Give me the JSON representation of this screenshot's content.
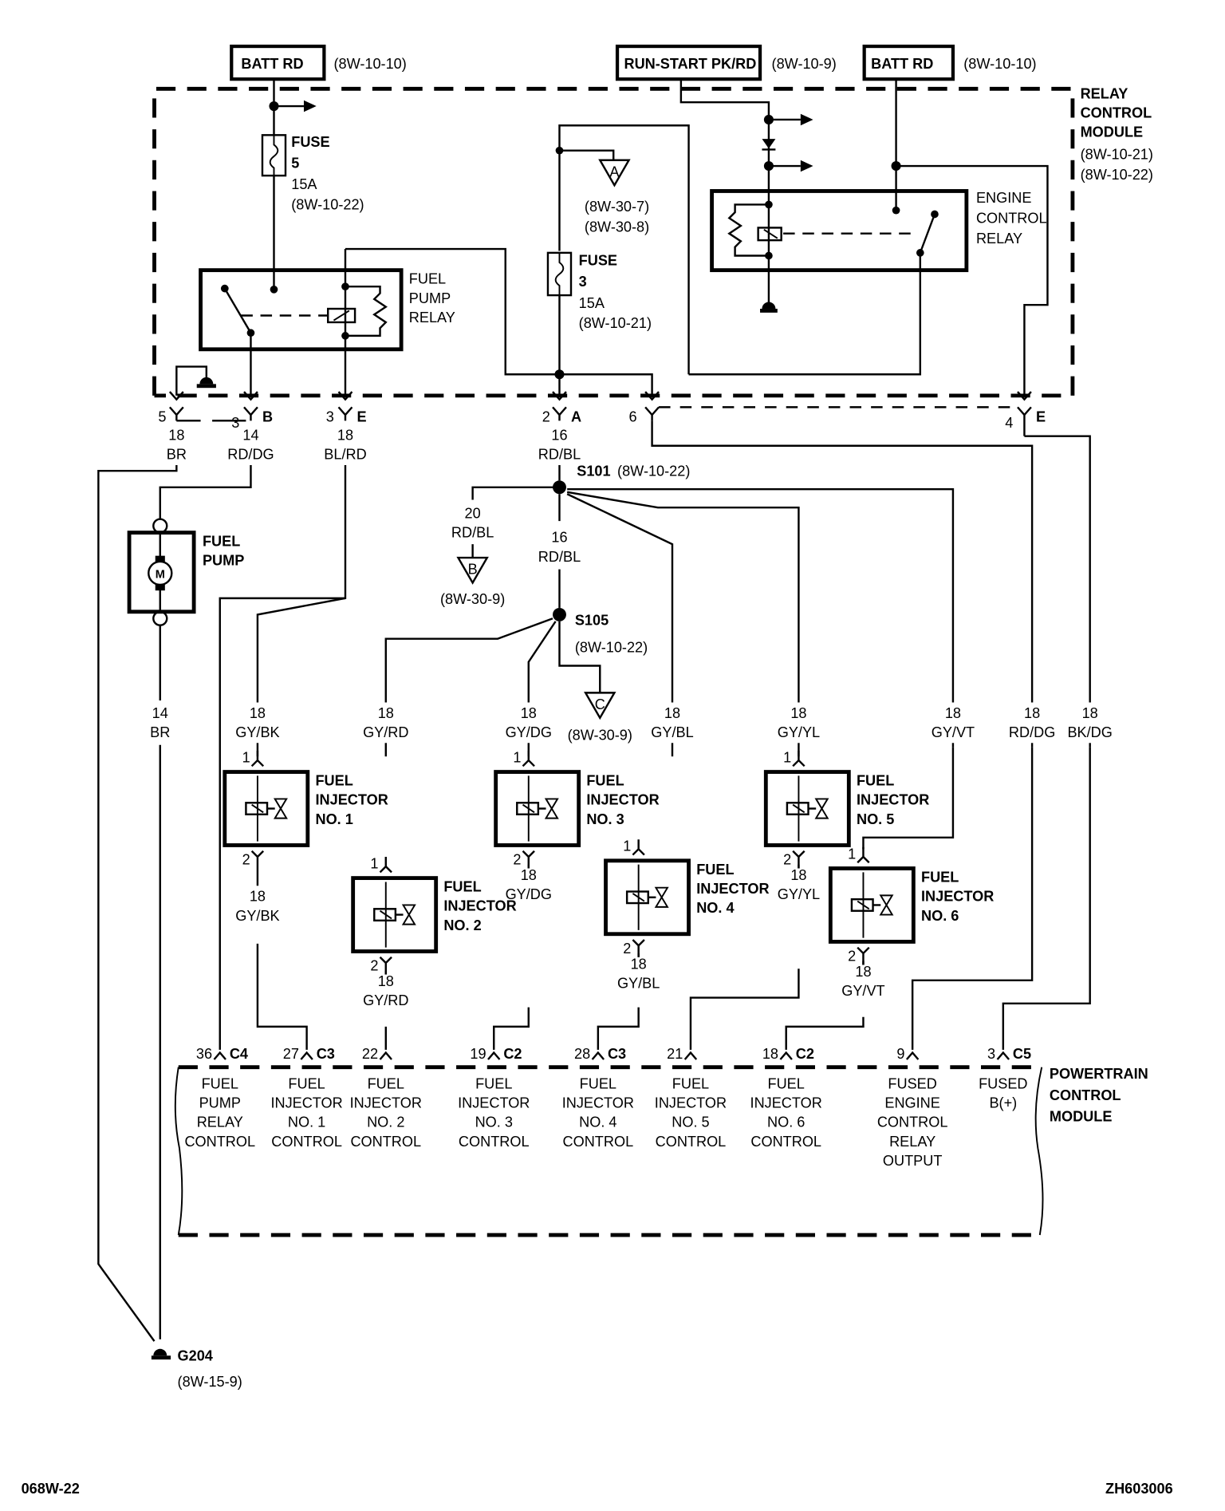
{
  "diagram": {
    "title_code": "068W-22",
    "figure_id": "ZH603006",
    "sources": [
      {
        "label": "BATT RD",
        "ref": "(8W-10-10)"
      },
      {
        "label": "RUN-START PK/RD",
        "ref": "(8W-10-9)"
      },
      {
        "label": "BATT RD",
        "ref": "(8W-10-10)"
      }
    ],
    "relay_control_module": {
      "name_lines": [
        "RELAY",
        "CONTROL",
        "MODULE"
      ],
      "refs": [
        "(8W-10-21)",
        "(8W-10-22)"
      ],
      "fuse5": {
        "lines": [
          "FUSE",
          "5",
          "15A",
          "(8W-10-22)"
        ]
      },
      "fuse3": {
        "lines": [
          "FUSE",
          "3",
          "15A",
          "(8W-10-21)"
        ]
      },
      "fuel_pump_relay": [
        "FUEL",
        "PUMP",
        "RELAY"
      ],
      "engine_control_relay": [
        "ENGINE",
        "CONTROL",
        "RELAY"
      ],
      "ref_A": {
        "letter": "A",
        "refs": [
          "(8W-30-7)",
          "(8W-30-8)"
        ]
      }
    },
    "rcm_connectors": [
      {
        "pin": "5",
        "cavity": "",
        "gauge": "18",
        "color": "BR"
      },
      {
        "pin": "3",
        "cavity": "B",
        "gauge": "14",
        "color": "RD/DG"
      },
      {
        "pin": "3",
        "cavity": "E",
        "gauge": "18",
        "color": "BL/RD"
      },
      {
        "pin": "2",
        "cavity": "A",
        "gauge": "16",
        "color": "RD/BL"
      },
      {
        "pin": "6",
        "cavity": "",
        "gauge": "",
        "color": ""
      },
      {
        "pin": "4",
        "cavity": "E",
        "gauge": "",
        "color": ""
      }
    ],
    "fuel_pump": {
      "lines": [
        "FUEL",
        "PUMP"
      ],
      "motor": "M",
      "gauge": "14",
      "color": "BR"
    },
    "splices": {
      "s101": {
        "id": "S101",
        "ref": "(8W-10-22)"
      },
      "s105": {
        "id": "S105",
        "ref": "(8W-10-22)"
      },
      "mid_wire": {
        "gauge": "16",
        "color": "RD/BL"
      },
      "ref_B": {
        "letter": "B",
        "gauge": "20",
        "color": "RD/BL",
        "ref": "(8W-30-9)"
      },
      "ref_C": {
        "letter": "C",
        "ref": "(8W-30-9)"
      }
    },
    "upper_wires": [
      {
        "gauge": "18",
        "color": "GY/BK"
      },
      {
        "gauge": "18",
        "color": "GY/RD"
      },
      {
        "gauge": "18",
        "color": "GY/DG"
      },
      {
        "gauge": "18",
        "color": "GY/BL"
      },
      {
        "gauge": "18",
        "color": "GY/YL"
      },
      {
        "gauge": "18",
        "color": "GY/VT"
      },
      {
        "gauge": "18",
        "color": "RD/DG"
      },
      {
        "gauge": "18",
        "color": "BK/DG"
      }
    ],
    "injectors": [
      {
        "lines": [
          "FUEL",
          "INJECTOR",
          "NO. 1"
        ],
        "pin_in": "1",
        "pin_out": "2",
        "gauge": "18",
        "color": "GY/BK"
      },
      {
        "lines": [
          "FUEL",
          "INJECTOR",
          "NO. 2"
        ],
        "pin_in": "1",
        "pin_out": "2",
        "gauge": "18",
        "color": "GY/RD"
      },
      {
        "lines": [
          "FUEL",
          "INJECTOR",
          "NO. 3"
        ],
        "pin_in": "1",
        "pin_out": "2",
        "gauge": "18",
        "color": "GY/DG"
      },
      {
        "lines": [
          "FUEL",
          "INJECTOR",
          "NO. 4"
        ],
        "pin_in": "1",
        "pin_out": "2",
        "gauge": "18",
        "color": "GY/BL"
      },
      {
        "lines": [
          "FUEL",
          "INJECTOR",
          "NO. 5"
        ],
        "pin_in": "1",
        "pin_out": "2",
        "gauge": "18",
        "color": "GY/YL"
      },
      {
        "lines": [
          "FUEL",
          "INJECTOR",
          "NO. 6"
        ],
        "pin_in": "1",
        "pin_out": "2",
        "gauge": "18",
        "color": "GY/VT"
      }
    ],
    "pcm": {
      "name_lines": [
        "POWERTRAIN",
        "CONTROL",
        "MODULE"
      ],
      "pins": [
        {
          "pin": "36",
          "conn": "C4",
          "lines": [
            "FUEL",
            "PUMP",
            "RELAY",
            "CONTROL"
          ]
        },
        {
          "pin": "27",
          "conn": "C3",
          "lines": [
            "FUEL",
            "INJECTOR",
            "NO. 1",
            "CONTROL"
          ]
        },
        {
          "pin": "22",
          "conn": "",
          "lines": [
            "FUEL",
            "INJECTOR",
            "NO. 2",
            "CONTROL"
          ]
        },
        {
          "pin": "19",
          "conn": "C2",
          "lines": [
            "FUEL",
            "INJECTOR",
            "NO. 3",
            "CONTROL"
          ]
        },
        {
          "pin": "28",
          "conn": "C3",
          "lines": [
            "FUEL",
            "INJECTOR",
            "NO. 4",
            "CONTROL"
          ]
        },
        {
          "pin": "21",
          "conn": "",
          "lines": [
            "FUEL",
            "INJECTOR",
            "NO. 5",
            "CONTROL"
          ]
        },
        {
          "pin": "18",
          "conn": "C2",
          "lines": [
            "FUEL",
            "INJECTOR",
            "NO. 6",
            "CONTROL"
          ]
        },
        {
          "pin": "9",
          "conn": "",
          "lines": [
            "FUSED",
            "ENGINE",
            "CONTROL",
            "RELAY",
            "OUTPUT"
          ]
        },
        {
          "pin": "3",
          "conn": "C5",
          "lines": [
            "FUSED",
            "B(+)"
          ]
        }
      ]
    },
    "ground": {
      "id": "G204",
      "ref": "(8W-15-9)"
    }
  }
}
